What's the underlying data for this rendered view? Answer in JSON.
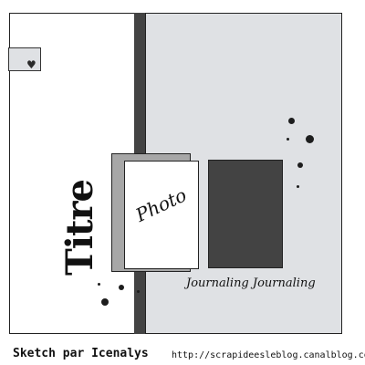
{
  "sketch": {
    "title": "Titre",
    "photo_label": "Photo",
    "journaling": "Journaling Journaling",
    "tag_icon": "heart-icon"
  },
  "footer": {
    "credit": "Sketch par Icenalys",
    "url": "http://scrapideesleblog.canalblog.com"
  },
  "colors": {
    "panel_grey": "#dfe1e4",
    "dark_grey": "#434343",
    "mat_grey": "#a7a7a7",
    "outline": "#222222"
  }
}
